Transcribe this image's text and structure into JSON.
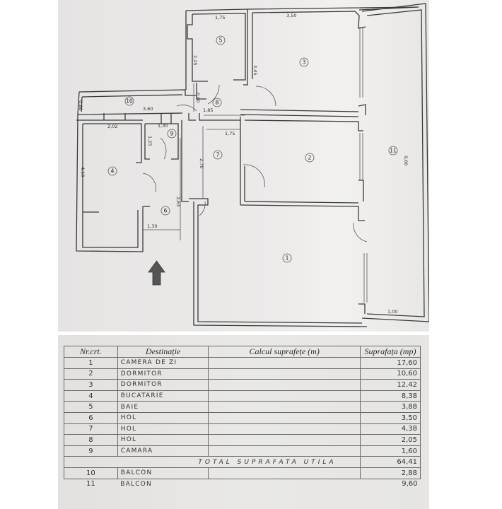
{
  "floor_plan": {
    "rooms": [
      {
        "id": "1",
        "label": "1"
      },
      {
        "id": "2",
        "label": "2"
      },
      {
        "id": "3",
        "label": "3"
      },
      {
        "id": "4",
        "label": "4"
      },
      {
        "id": "5",
        "label": "5"
      },
      {
        "id": "6",
        "label": "6"
      },
      {
        "id": "7",
        "label": "7"
      },
      {
        "id": "8",
        "label": "8"
      },
      {
        "id": "9",
        "label": "9"
      },
      {
        "id": "10",
        "label": "10"
      },
      {
        "id": "11",
        "label": "11"
      }
    ],
    "dimensions": {
      "room5_width": "1,75",
      "room5_height": "2,25",
      "room3_width": "3,50",
      "room3_height": "3,45",
      "balcony10_width": "3,60",
      "balcony10_depth": "0,80",
      "hall8_height": "0,80",
      "hall8_width": "1,85",
      "room4_width": "2,02",
      "room4_height": "4,10",
      "room9_width": "1,30",
      "room9_height": "1,25",
      "hall7_width": "1,75",
      "hall7_height": "2,70",
      "hall6_height": "2,63",
      "hall6_width": "1,30",
      "balcony11_length": "9,60",
      "balcony11_width": "1,00"
    },
    "entrance_arrow": "entrance-arrow"
  },
  "table": {
    "headers": {
      "nr": "Nr.crt.",
      "destinatie": "Destinație",
      "calcul": "Calcul suprafețe (m)",
      "suprafata": "Suprafața (mp)"
    },
    "rows": [
      {
        "nr": "1",
        "destinatie": "CAMERA DE ZI",
        "calcul": "",
        "suprafata": "17,60"
      },
      {
        "nr": "2",
        "destinatie": "DORMITOR",
        "calcul": "",
        "suprafata": "10,60"
      },
      {
        "nr": "3",
        "destinatie": "DORMITOR",
        "calcul": "",
        "suprafata": "12,42"
      },
      {
        "nr": "4",
        "destinatie": "BUCATARIE",
        "calcul": "",
        "suprafata": "8,38"
      },
      {
        "nr": "5",
        "destinatie": "BAIE",
        "calcul": "",
        "suprafata": "3,88"
      },
      {
        "nr": "6",
        "destinatie": "HOL",
        "calcul": "",
        "suprafata": "3,50"
      },
      {
        "nr": "7",
        "destinatie": "HOL",
        "calcul": "",
        "suprafata": "4,38"
      },
      {
        "nr": "8",
        "destinatie": "HOL",
        "calcul": "",
        "suprafata": "2,05"
      },
      {
        "nr": "9",
        "destinatie": "CAMARA",
        "calcul": "",
        "suprafata": "1,60"
      }
    ],
    "total": {
      "label": "TOTAL SUPRAFATA UTILA",
      "value": "64,41"
    },
    "balconies": [
      {
        "nr": "10",
        "destinatie": "BALCON",
        "suprafata": "2,88"
      },
      {
        "nr": "11",
        "destinatie": "BALCON",
        "suprafata": "9,60"
      }
    ]
  }
}
